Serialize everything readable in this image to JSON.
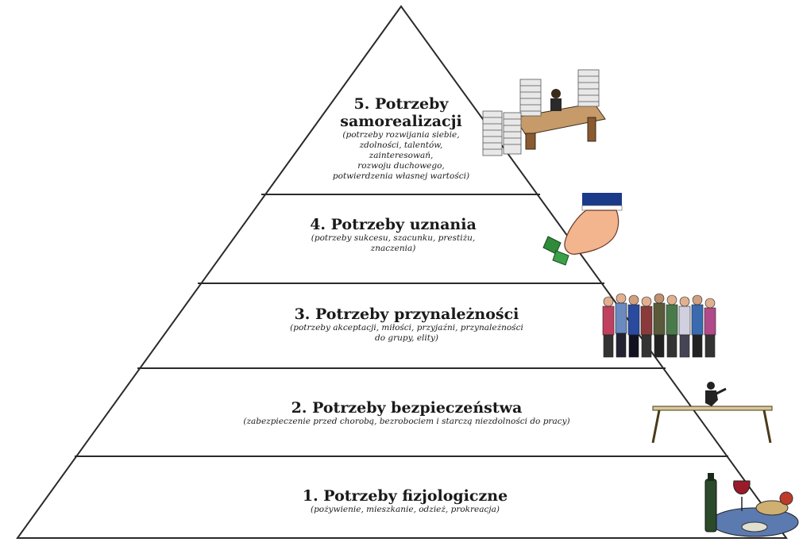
{
  "pyramid": {
    "levels": [
      {
        "id": "5",
        "title_lines": [
          "5. Potrzeby",
          "samorealizacji"
        ],
        "subtitle_lines": [
          "(potrzeby rozwijania siebie,",
          "zdolności, talentów,",
          "zainteresowań,",
          "rozwoju duchowego,",
          "potwierdzenia własnej wartości)"
        ]
      },
      {
        "id": "4",
        "title_lines": [
          "4. Potrzeby uznania"
        ],
        "subtitle_lines": [
          "(potrzeby sukcesu, szacunku, prestiżu,",
          "znaczenia)"
        ]
      },
      {
        "id": "3",
        "title_lines": [
          "3. Potrzeby przynależności"
        ],
        "subtitle_lines": [
          "(potrzeby akceptacji, miłości, przyjaźni, przynależności",
          "do grupy, elity)"
        ]
      },
      {
        "id": "2",
        "title_lines": [
          "2. Potrzeby bezpieczeństwa"
        ],
        "subtitle_lines": [
          "(zabezpieczenie przed chorobą, bezrobociem i starczą niezdolności do pracy)"
        ]
      },
      {
        "id": "1",
        "title_lines": [
          "1. Potrzeby fizjologiczne"
        ],
        "subtitle_lines": [
          "(pożywienie, mieszkanie, odzież, prokreacja)"
        ]
      }
    ]
  },
  "illustrations": [
    {
      "name": "office-desk-papers-icon"
    },
    {
      "name": "hand-with-money-icon"
    },
    {
      "name": "group-of-people-icon"
    },
    {
      "name": "balancing-person-icon"
    },
    {
      "name": "food-and-wine-icon"
    }
  ]
}
